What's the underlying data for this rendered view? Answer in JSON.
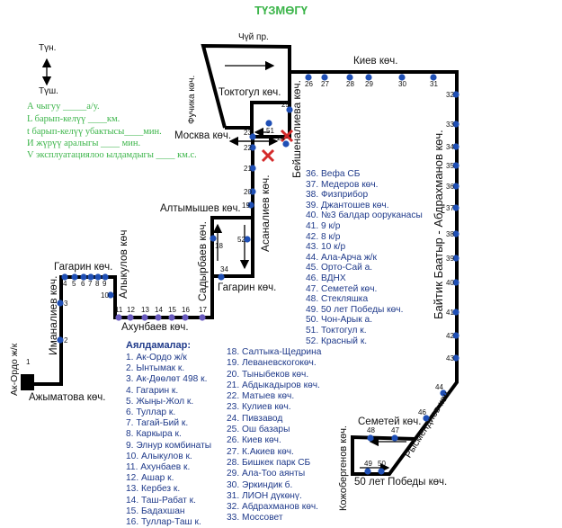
{
  "header": {
    "subtitle": "ТҮЗМӨГҮ"
  },
  "compass": {
    "north": "Түн.",
    "south": "Түш."
  },
  "route_params": [
    "А чыгуу _____а/у.",
    "L барып-келүү ____км.",
    "t барып-келүү убактысы____мин.",
    "И жүрүү аралыгы ____    мин.",
    "V эксплуатациялоо ылдамдыгы ____ км.с."
  ],
  "streets": {
    "chuy": "Чүй пр.",
    "kiev": "Киев көч.",
    "toktogul": "Токтогул көч.",
    "moskva": "Москва көч.",
    "fuchika": "Фучика көч.",
    "beishenalieva": "Бейшеналиева көч.",
    "asanaliev": "Асаналиев көч.",
    "altymyshev": "Алтымышев көч.",
    "sadyrbaev": "Садырбаев көч.",
    "gagarin_right": "Гагарин көч.",
    "gagarin_left": "Гагарин көч.",
    "alykulov": "Алыкулов көч",
    "akhunbaev": "Ахунбаев көч.",
    "imanaliev": "Иманалиев көч.",
    "ak_ordo": "Ак-Ордо ж/к",
    "ajymatova": "Ажыматова көч.",
    "baitik": "Байтик Баатыр - Абдрахманов көч.",
    "semetei": "Семетей көч.",
    "kojobergenov": "Кожобергенов көч.",
    "pobedy": "50 лет Победы көч.",
    "rysmendiev": "Рысмендиев көч."
  },
  "stop_numbers": [
    "1",
    "2",
    "3",
    "4",
    "5",
    "6",
    "7",
    "8",
    "9",
    "10",
    "11",
    "12",
    "13",
    "14",
    "15",
    "16",
    "17",
    "18",
    "19",
    "20",
    "21",
    "22",
    "23",
    "24",
    "25",
    "26",
    "27",
    "28",
    "29",
    "30",
    "31",
    "32",
    "33",
    "34",
    "35",
    "36",
    "37",
    "38",
    "39",
    "40",
    "41",
    "42",
    "43",
    "44",
    "46",
    "47",
    "48",
    "49",
    "50",
    "51",
    "52",
    "34b"
  ],
  "stop_labels": {
    "34b": "34"
  },
  "legend": {
    "title": "Аялдамалар:",
    "col1": [
      "1. Ак-Ордо ж/к",
      "2. Ынтымак к.",
      "3. Ак-Дөөлөт 498 к.",
      "4. Гагарин к.",
      "5. Жыңы-Жол к.",
      "6. Туллар к.",
      "7. Тагай-Бий к.",
      "8. Каркыра к.",
      "9. Элнур комбинаты",
      "10. Алыкулов к.",
      "11. Ахунбаев к.",
      "12. Ашар к.",
      "13. Кербез к.",
      "14. Таш-Рабат к.",
      "15. Бадахшан",
      "16. Туллар-Таш к."
    ],
    "col2": [
      "18. Салтыка-Щедрина",
      "19. Леваневскогокөч.",
      "20. Тыныбеков көч.",
      "21. Абдыкадыров көч.",
      "22. Матыев көч.",
      "23. Кулиев көч.",
      "24. Пивзавод",
      "25. Ош базары",
      "26. Киев көч.",
      "27. К.Акиев көч.",
      "28. Бишкек парк СБ",
      "29. Ала-Тоо аянты",
      "30. Эркиндик б.",
      "31. ЛИОН дүкөнү.",
      "32. Абдрахманов көч.",
      "33. Моссовет"
    ],
    "col3": [
      "36. Вефа СБ",
      "37. Медеров көч.",
      "38. Физприбор",
      "39. Джантошев көч.",
      "40. №3 балдар ооруканасы",
      "41. 9 к/р",
      "42. 8 к/р",
      "43. 10 к/р",
      "44. Ала-Арча ж/к",
      "45. Орто-Сай а.",
      "46. ВДНХ",
      "47. Семетей көч.",
      "48. Стекляшка",
      "49. 50 лет Победы көч.",
      "50. Чон-Арык а.",
      "51. Токтогул к.",
      "52. Красный к."
    ]
  },
  "colors": {
    "route": "#000000",
    "stop": "#1f4fb5",
    "stop_alt": "#6a5bbf",
    "closed": "#d42a2a",
    "green_text": "#3cb54a"
  }
}
